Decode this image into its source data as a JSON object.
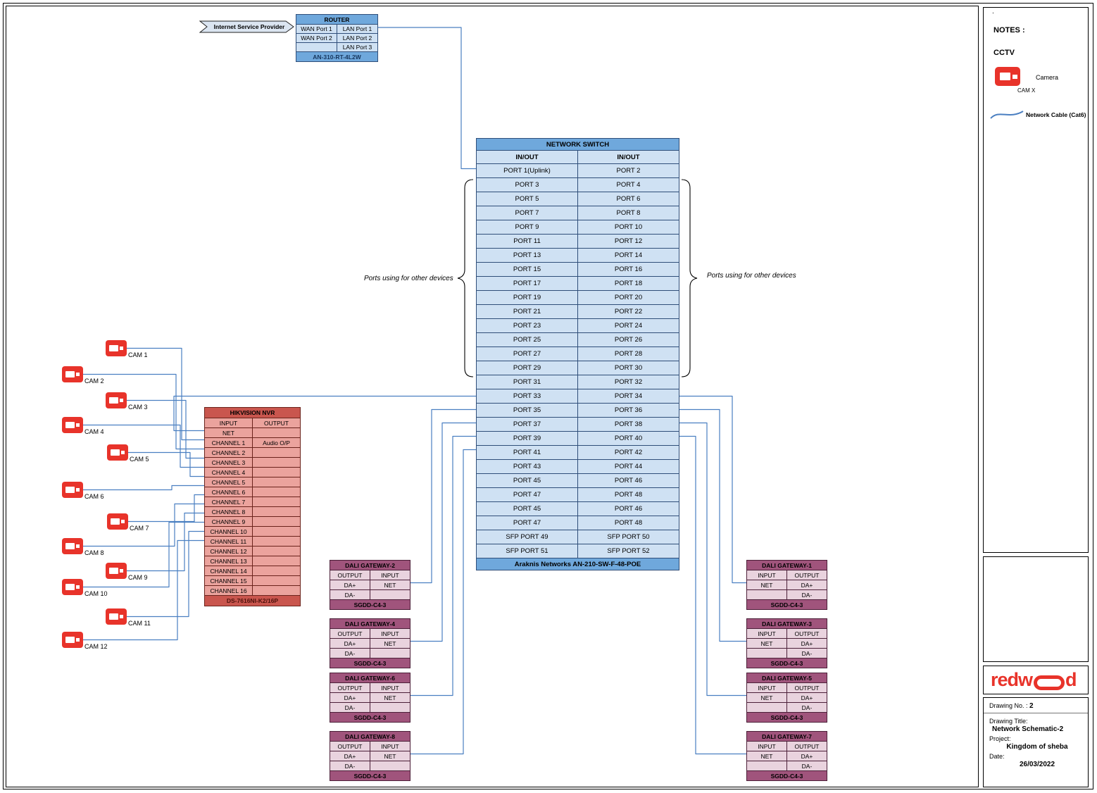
{
  "isp": {
    "label": "Internet Service Provider"
  },
  "router": {
    "title": "ROUTER",
    "rows": [
      [
        "WAN Port 1",
        "LAN Port 1"
      ],
      [
        "WAN Port 2",
        "LAN Port 2"
      ],
      [
        "",
        "LAN Port 3"
      ]
    ],
    "model": "AN-310-RT-4L2W"
  },
  "switch": {
    "title": "NETWORK SWITCH",
    "col_headers": [
      "IN/OUT",
      "IN/OUT"
    ],
    "rows": [
      [
        "PORT 1(Uplink)",
        "PORT 2"
      ],
      [
        "PORT 3",
        "PORT 4"
      ],
      [
        "PORT 5",
        "PORT 6"
      ],
      [
        "PORT 7",
        "PORT 8"
      ],
      [
        "PORT 9",
        "PORT 10"
      ],
      [
        "PORT 11",
        "PORT 12"
      ],
      [
        "PORT 13",
        "PORT 14"
      ],
      [
        "PORT 15",
        "PORT 16"
      ],
      [
        "PORT 17",
        "PORT 18"
      ],
      [
        "PORT 19",
        "PORT 20"
      ],
      [
        "PORT 21",
        "PORT 22"
      ],
      [
        "PORT 23",
        "PORT 24"
      ],
      [
        "PORT 25",
        "PORT 26"
      ],
      [
        "PORT 27",
        "PORT 28"
      ],
      [
        "PORT 29",
        "PORT 30"
      ],
      [
        "PORT 31",
        "PORT 32"
      ],
      [
        "PORT 33",
        "PORT 34"
      ],
      [
        "PORT 35",
        "PORT 36"
      ],
      [
        "PORT 37",
        "PORT 38"
      ],
      [
        "PORT 39",
        "PORT 40"
      ],
      [
        "PORT 41",
        "PORT 42"
      ],
      [
        "PORT 43",
        "PORT 44"
      ],
      [
        "PORT 45",
        "PORT 46"
      ],
      [
        "PORT 47",
        "PORT 48"
      ],
      [
        "PORT 45",
        "PORT 46"
      ],
      [
        "PORT 47",
        "PORT 48"
      ],
      [
        "SFP PORT 49",
        "SFP PORT 50"
      ],
      [
        "SFP PORT 51",
        "SFP PORT 52"
      ]
    ],
    "model": "Araknis Networks AN-210-SW-F-48-POE"
  },
  "annotations": {
    "left": "Ports using for other devices",
    "right": "Ports using for other devices"
  },
  "nvr": {
    "title": "HIKVISION NVR",
    "col_headers": [
      "INPUT",
      "OUTPUT"
    ],
    "rows": [
      [
        "NET",
        ""
      ],
      [
        "CHANNEL 1",
        "Audio O/P"
      ],
      [
        "CHANNEL 2",
        ""
      ],
      [
        "CHANNEL 3",
        ""
      ],
      [
        "CHANNEL 4",
        ""
      ],
      [
        "CHANNEL 5",
        ""
      ],
      [
        "CHANNEL 6",
        ""
      ],
      [
        "CHANNEL 7",
        ""
      ],
      [
        "CHANNEL 8",
        ""
      ],
      [
        "CHANNEL 9",
        ""
      ],
      [
        "CHANNEL 10",
        ""
      ],
      [
        "CHANNEL 11",
        ""
      ],
      [
        "CHANNEL 12",
        ""
      ],
      [
        "CHANNEL 13",
        ""
      ],
      [
        "CHANNEL 14",
        ""
      ],
      [
        "CHANNEL 15",
        ""
      ],
      [
        "CHANNEL 16",
        ""
      ]
    ],
    "model": "DS-7616NI-K2/16P"
  },
  "cameras": [
    "CAM 1",
    "CAM 2",
    "CAM 3",
    "CAM 4",
    "CAM 5",
    "CAM 6",
    "CAM 7",
    "CAM 8",
    "CAM 9",
    "CAM 10",
    "CAM 11",
    "CAM 12"
  ],
  "gateways": {
    "left": [
      {
        "title": "DALI GATEWAY-2",
        "col_headers": [
          "OUTPUT",
          "INPUT"
        ],
        "rows": [
          [
            "DA+",
            "NET"
          ],
          [
            "DA-",
            ""
          ]
        ],
        "model": "SGDD-C4-3"
      },
      {
        "title": "DALI GATEWAY-4",
        "col_headers": [
          "OUTPUT",
          "INPUT"
        ],
        "rows": [
          [
            "DA+",
            "NET"
          ],
          [
            "DA-",
            ""
          ]
        ],
        "model": "SGDD-C4-3"
      },
      {
        "title": "DALI GATEWAY-6",
        "col_headers": [
          "OUTPUT",
          "INPUT"
        ],
        "rows": [
          [
            "DA+",
            "NET"
          ],
          [
            "DA-",
            ""
          ]
        ],
        "model": "SGDD-C4-3"
      },
      {
        "title": "DALI GATEWAY-8",
        "col_headers": [
          "OUTPUT",
          "INPUT"
        ],
        "rows": [
          [
            "DA+",
            "NET"
          ],
          [
            "DA-",
            ""
          ]
        ],
        "model": "SGDD-C4-3"
      }
    ],
    "right": [
      {
        "title": "DALI GATEWAY-1",
        "col_headers": [
          "INPUT",
          "OUTPUT"
        ],
        "rows": [
          [
            "NET",
            "DA+"
          ],
          [
            "",
            "DA-"
          ]
        ],
        "model": "SGDD-C4-3"
      },
      {
        "title": "DALI GATEWAY-3",
        "col_headers": [
          "INPUT",
          "OUTPUT"
        ],
        "rows": [
          [
            "NET",
            "DA+"
          ],
          [
            "",
            "DA-"
          ]
        ],
        "model": "SGDD-C4-3"
      },
      {
        "title": "DALI GATEWAY-5",
        "col_headers": [
          "INPUT",
          "OUTPUT"
        ],
        "rows": [
          [
            "NET",
            "DA+"
          ],
          [
            "",
            "DA-"
          ]
        ],
        "model": "SGDD-C4-3"
      },
      {
        "title": "DALI GATEWAY-7",
        "col_headers": [
          "INPUT",
          "OUTPUT"
        ],
        "rows": [
          [
            "NET",
            "DA+"
          ],
          [
            "",
            "DA-"
          ]
        ],
        "model": "SGDD-C4-3"
      }
    ]
  },
  "notes": {
    "dot": ".",
    "heading": "NOTES :",
    "section": "CCTV",
    "camera_label": "Camera",
    "camera_sub": "CAM X",
    "cable_label": "Network Cable (Cat6)"
  },
  "logo": {
    "part1": "redw",
    "part2": "d"
  },
  "title_block": {
    "drawing_no_label": "Drawing No. : ",
    "drawing_no": "2",
    "drawing_title_label": "Drawing Title:",
    "drawing_title": "Network Schematic-2",
    "project_label": "Project:",
    "project": "Kingdom of sheba",
    "date_label": "Date:",
    "date": "26/03/2022"
  },
  "colors": {
    "switch_header": "#6fa8dc",
    "switch_cell": "#cfe1f3",
    "nvr_header": "#c9564e",
    "nvr_cell": "#eba39d",
    "gateway_header": "#a0547c",
    "gateway_cell": "#e9d3de",
    "camera_red": "#e8332a",
    "wire_blue": "#4a7fc1",
    "logo_red": "#e8332a"
  }
}
